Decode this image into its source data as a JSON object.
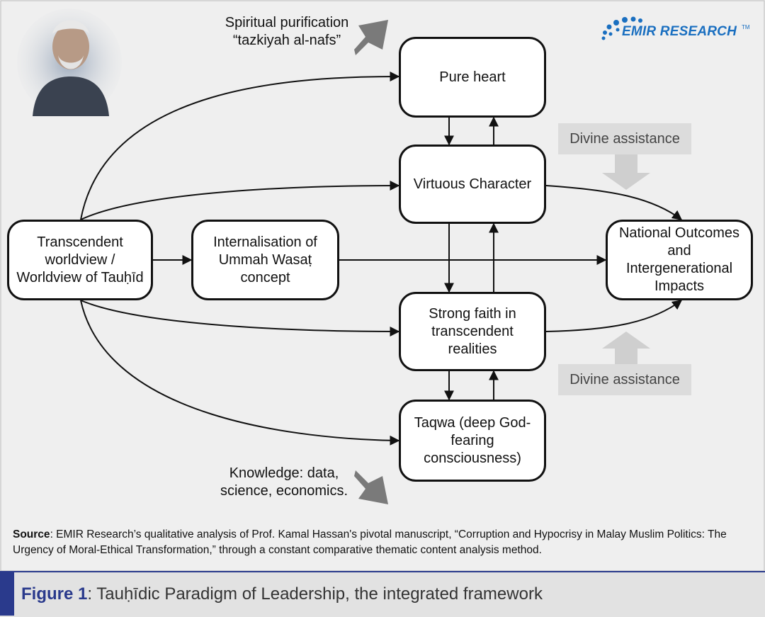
{
  "nodes": {
    "pure_heart": "Pure heart",
    "virtuous_character": "Virtuous Character",
    "transcendent_worldview": "Transcendent worldview / Worldview of Tauḥīd",
    "internalisation": "Internalisation of Ummah Wasaṭ concept",
    "strong_faith": "Strong faith in transcendent realities",
    "taqwa": "Taqwa (deep God-fearing consciousness)",
    "national_outcomes": "National Outcomes and Intergenerational Impacts"
  },
  "labels": {
    "spiritual_line1": "Spiritual purification",
    "spiritual_line2": "“tazkiyah al-nafs”",
    "knowledge_line1": "Knowledge: data,",
    "knowledge_line2": "science, economics.",
    "divine_top": "Divine assistance",
    "divine_bottom": "Divine assistance"
  },
  "logo": {
    "text": "EMIR RESEARCH",
    "tm": "TM",
    "color": "#1a6fc0"
  },
  "source": {
    "prefix": "Source",
    "text": ": EMIR Research’s qualitative analysis of Prof. Kamal Hassan's pivotal manuscript, “Corruption and Hypocrisy in Malay Muslim Politics: The Urgency of Moral-Ethical Transformation,” through a constant comparative thematic content analysis method."
  },
  "caption": {
    "figure": "Figure 1",
    "text": ": Tauḥīdic Paradigm of Leadership, the integrated framework",
    "accent_color": "#2a3a8c"
  }
}
